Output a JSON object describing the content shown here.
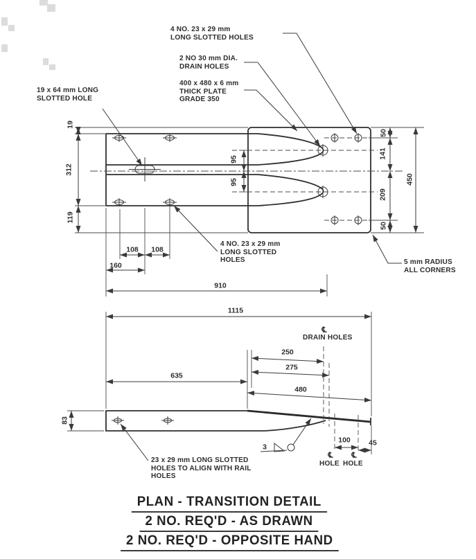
{
  "annotations": {
    "four_slotted_top": "4 NO. 23 x 29 mm\nLONG SLOTTED HOLES",
    "drain_holes_callout": "2 NO 30 mm DIA.\nDRAIN HOLES",
    "thick_plate": "400 x 480 x 6 mm\nTHICK PLATE\nGRADE 350",
    "slot_19x64": "19 x 64 mm LONG\nSLOTTED HOLE",
    "four_slotted_bottom": "4 NO. 23 x 29 mm\nLONG SLOTTED\nHOLES",
    "radius_note": "5 mm RADIUS\nALL CORNERS",
    "rail_holes_note": "23 x 29 mm LONG SLOTTED\nHOLES TO ALIGN WITH RAIL\nHOLES",
    "drain_holes_side": "DRAIN HOLES",
    "hole_left": "HOLE",
    "hole_right": "HOLE",
    "weld_size": "3",
    "centerline_symbol": "℄"
  },
  "plan_dims": {
    "top_gap": "19",
    "rail_width": "312",
    "bottom_gap": "119",
    "slot_upper": "95",
    "slot_lower": "95",
    "edge_top": "50",
    "hole_to_cl": "141",
    "cl_to_hole": "209",
    "edge_bottom": "50",
    "plate_height": "450",
    "hole_pitch_1": "108",
    "hole_pitch_2": "108",
    "edge_to_slot": "160",
    "rail_length": "910"
  },
  "side_dims": {
    "overall": "1115",
    "to_bend": "635",
    "to_drain_1": "250",
    "to_drain_2": "275",
    "plate_length": "480",
    "rail_height": "83",
    "hole_spacing": "100",
    "end_offset": "45"
  },
  "titles": {
    "line1": "PLAN - TRANSITION DETAIL",
    "line2": "2 NO. REQ'D - AS DRAWN",
    "line3": "2 NO. REQ'D - OPPOSITE HAND"
  }
}
